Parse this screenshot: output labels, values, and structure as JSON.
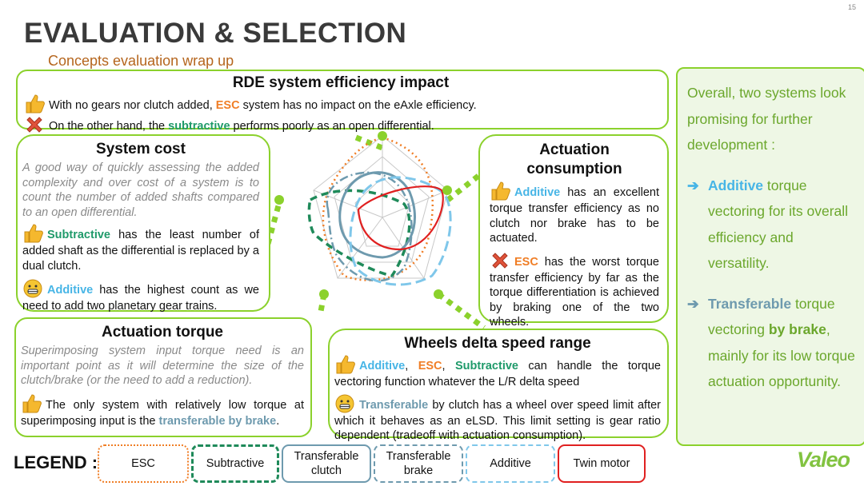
{
  "page_number": "15",
  "title": "EVALUATION & SELECTION",
  "subtitle": "Concepts evaluation wrap up",
  "rde": {
    "heading": "RDE system efficiency impact",
    "line1": {
      "a": "With no gears nor clutch added, ",
      "b": "ESC",
      "c": " system has no impact on the eAxle efficiency."
    },
    "line2": {
      "a": "On the other hand, the ",
      "b": "subtractive",
      "c": " performs poorly as an open differential."
    }
  },
  "system_cost": {
    "heading": "System cost",
    "intro": "A good way of quickly assessing the added complexity and over cost of a system is to count the number of added shafts compared to an open differential.",
    "p1": {
      "b": "Subtractive",
      "c": " has the least number of added shaft as the differential is replaced by a dual clutch."
    },
    "p2": {
      "b": "Additive",
      "c": " has the highest count as we need to add two planetary gear trains."
    }
  },
  "actuation_consumption": {
    "heading": "Actuation consumption",
    "p1": {
      "b": "Additive",
      "c": " has an excellent torque transfer efficiency as no clutch nor brake has to be actuated."
    },
    "p2": {
      "b": "ESC",
      "c": " has the worst torque transfer efficiency by far as the torque differentiation is achieved by braking one of the two wheels."
    }
  },
  "actuation_torque": {
    "heading": "Actuation torque",
    "intro": "Superimposing system input torque need is an important point as it will determine the size of the clutch/brake (or the need to add a reduction).",
    "p1": {
      "a": "The only system with relatively low torque at superimposing input is the ",
      "b": "transferable by brake",
      "c": "."
    }
  },
  "wheels_delta": {
    "heading": "Wheels delta speed range",
    "p1": {
      "add": "Additive",
      "s1": ", ",
      "esc": "ESC",
      "s2": ", ",
      "sub": "Subtractive",
      "c": " can handle the torque vectoring function whatever the L/R delta speed"
    },
    "p2": {
      "b": "Transferable",
      "c": " by clutch has a wheel over speed limit after which it behaves as an eLSD. This limit setting is gear ratio dependent (tradeoff with actuation consumption)."
    }
  },
  "side_panel": {
    "intro": "Overall, two systems look promising for further development :",
    "item1": {
      "b": "Additive",
      "c": " torque vectoring for its overall efficiency and versatility."
    },
    "item2": {
      "b": "Transferable",
      "c1": " torque vectoring ",
      "bold": "by brake",
      "c2": ", mainly for its low torque actuation opportunity."
    }
  },
  "legend": {
    "label": "LEGEND :",
    "items": [
      {
        "label": "ESC",
        "color": "#f07e26",
        "style": "dotted"
      },
      {
        "label": "Subtractive",
        "color": "#1f8a5a",
        "style": "dashed"
      },
      {
        "label": "Transferable clutch",
        "color": "#6e9aae",
        "style": "solid"
      },
      {
        "label": "Transferable brake",
        "color": "#6e9aae",
        "style": "dash-dot"
      },
      {
        "label": "Additive",
        "color": "#47b5e6",
        "style": "long-dash"
      },
      {
        "label": "Twin motor",
        "color": "#e02020",
        "style": "solid"
      }
    ]
  },
  "brand": "Valeo",
  "colors": {
    "accent_green": "#8bd12c",
    "esc": "#f07e26",
    "subtractive": "#1f9a6a",
    "additive": "#47b5e6",
    "transferable": "#6e9aae",
    "twin_motor": "#e02020"
  },
  "icons": {
    "good": "thumbs-up-icon",
    "bad": "cross-icon",
    "neutral": "grimace-face-icon"
  }
}
